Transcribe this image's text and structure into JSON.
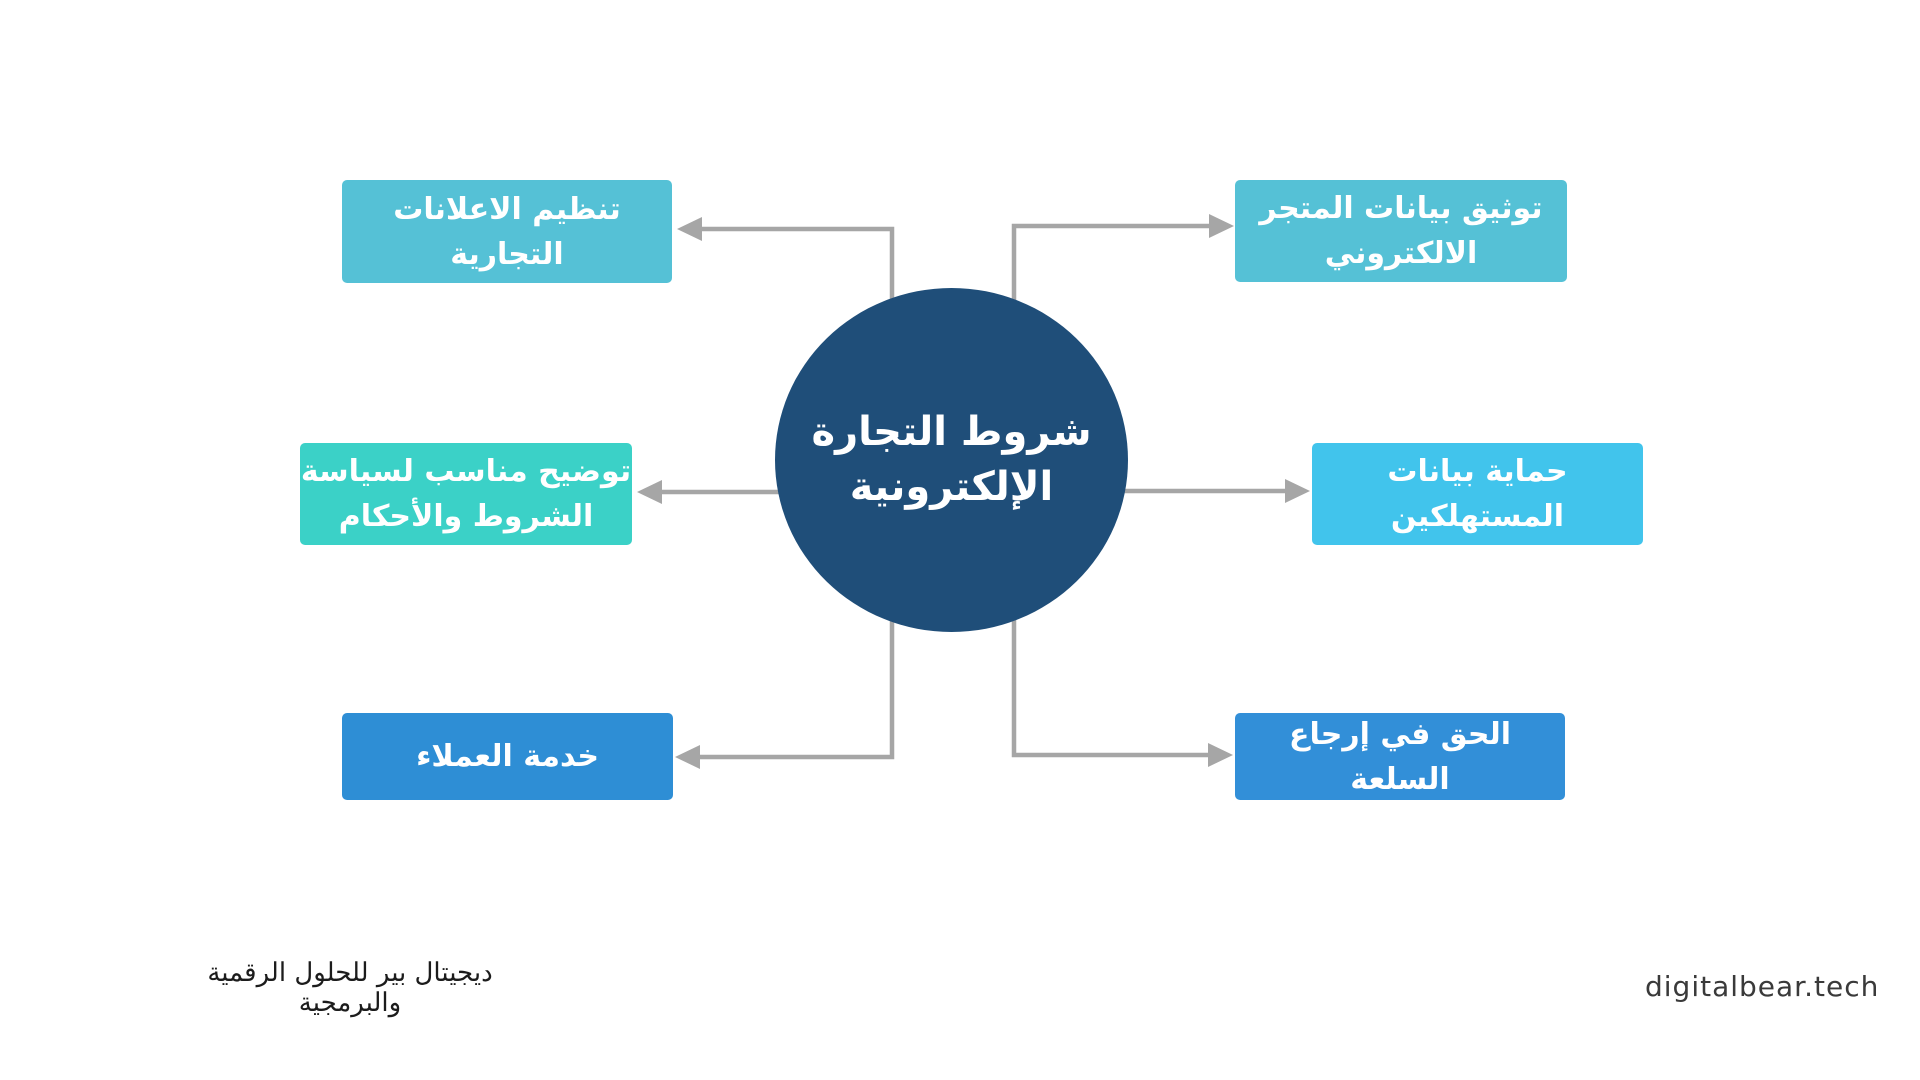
{
  "title": {
    "line1": "شروط التجارة",
    "line2": "الإلكترونية"
  },
  "center_color": "#1f4e79",
  "connector_color": "#a6a6a6",
  "nodes": [
    {
      "id": "regulate-commercial-ads",
      "lines": [
        "تنظيم الاعلانات",
        "التجارية"
      ],
      "color": "#55c1d6"
    },
    {
      "id": "document-store-data",
      "lines": [
        "توثيق بيانات المتجر",
        "الالكتروني"
      ],
      "color": "#55c1d6"
    },
    {
      "id": "clarify-terms-policy",
      "lines": [
        "توضيح مناسب لسياسة",
        "الشروط والأحكام"
      ],
      "color": "#3bd1c7"
    },
    {
      "id": "protect-consumer-data",
      "lines": [
        "حماية بيانات",
        "المستهلكين"
      ],
      "color": "#41c4ec"
    },
    {
      "id": "customer-service",
      "lines": [
        "خدمة العملاء"
      ],
      "color": "#2e8ed5"
    },
    {
      "id": "right-to-return-goods",
      "lines": [
        "الحق في إرجاع السلعة"
      ],
      "color": "#328fd8"
    }
  ],
  "footer": {
    "left_ar": "ديجيتال بير للحلول الرقمية والبرمجية",
    "right_en": "digitalbear.tech"
  }
}
